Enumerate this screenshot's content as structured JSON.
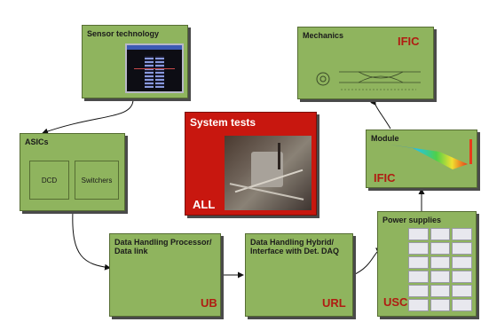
{
  "boxes": {
    "sensor": {
      "title": "Sensor technology"
    },
    "mechanics": {
      "title": "Mechanics",
      "tag": "IFIC"
    },
    "asics": {
      "title": "ASICs",
      "inner_left": "DCD",
      "inner_right": "Switchers"
    },
    "system": {
      "title": "System tests",
      "tag": "ALL"
    },
    "module": {
      "title": "Module",
      "tag": "IFIC"
    },
    "dhp": {
      "title": "Data Handling Processor/ Data link",
      "tag": "UB"
    },
    "dhh": {
      "title": "Data Handling Hybrid/ Interface with Det. DAQ",
      "tag": "URL"
    },
    "power": {
      "title": "Power supplies",
      "tag": "USC"
    }
  },
  "colors": {
    "box": "#8fb45e",
    "border": "#566d33",
    "tag": "#b01c12",
    "system_bg": "#c8170f"
  }
}
